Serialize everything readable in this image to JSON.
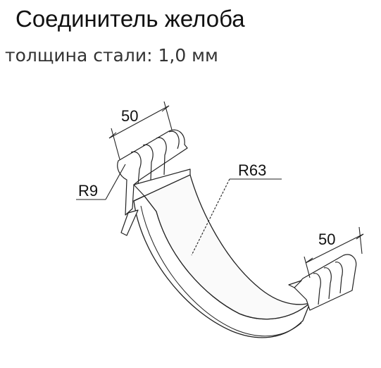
{
  "title": "Соединитель желоба",
  "subtitle": "толщина стали: 1,0 мм",
  "dimensions": {
    "width_left": "50",
    "width_right": "50",
    "radius_small": "R9",
    "radius_large": "R63"
  },
  "colors": {
    "line": "#222222",
    "fill": "#ffffff",
    "shade": "#e6e6e6"
  }
}
